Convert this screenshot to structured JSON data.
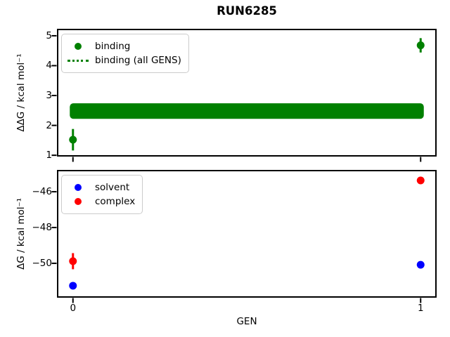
{
  "title": "RUN6285",
  "colors": {
    "binding": "#008000",
    "solvent": "#0000ff",
    "complex": "#ff0000",
    "axis": "#000000",
    "legend_border": "#cccccc",
    "background": "#ffffff"
  },
  "chart_data": [
    {
      "type": "scatter",
      "title": "RUN6285",
      "xlabel": "",
      "ylabel": "ΔΔG / kcal mol⁻¹",
      "xlim": [
        -0.044,
        1.044
      ],
      "ylim": [
        0.98,
        5.21
      ],
      "xticks": [
        0,
        1
      ],
      "xticklabels": [],
      "yticks": [
        5,
        4,
        3,
        2,
        1
      ],
      "grid": false,
      "legend_position": "upper left",
      "legend": [
        "binding",
        "binding (all GENS)"
      ],
      "series": [
        {
          "name": "binding",
          "marker": "circle",
          "color": "#008000",
          "x": [
            0,
            1
          ],
          "y": [
            1.52,
            4.68
          ],
          "yerr": [
            0.36,
            0.24
          ]
        }
      ],
      "band": {
        "name": "binding (all GENS)",
        "style": "dotted",
        "color": "#008000",
        "x_range": [
          0,
          1
        ],
        "y_center": 2.48,
        "y_halfwidth": 0.26
      }
    },
    {
      "type": "scatter",
      "title": "",
      "xlabel": "GEN",
      "ylabel": "ΔG / kcal mol⁻¹",
      "xlim": [
        -0.044,
        1.044
      ],
      "ylim": [
        -51.88,
        -44.82
      ],
      "xticks": [
        0,
        1
      ],
      "xticklabels": [
        "0",
        "1"
      ],
      "yticks": [
        -46,
        -48,
        -50
      ],
      "grid": false,
      "legend_position": "upper left",
      "legend": [
        "solvent",
        "complex"
      ],
      "series": [
        {
          "name": "solvent",
          "marker": "circle",
          "color": "#0000ff",
          "x": [
            0,
            1
          ],
          "y": [
            -51.25,
            -50.08
          ],
          "yerr": [
            0.12,
            0.12
          ]
        },
        {
          "name": "complex",
          "marker": "circle",
          "color": "#ff0000",
          "x": [
            0,
            1
          ],
          "y": [
            -49.88,
            -45.37
          ],
          "yerr": [
            0.45,
            0.12
          ]
        }
      ]
    }
  ]
}
